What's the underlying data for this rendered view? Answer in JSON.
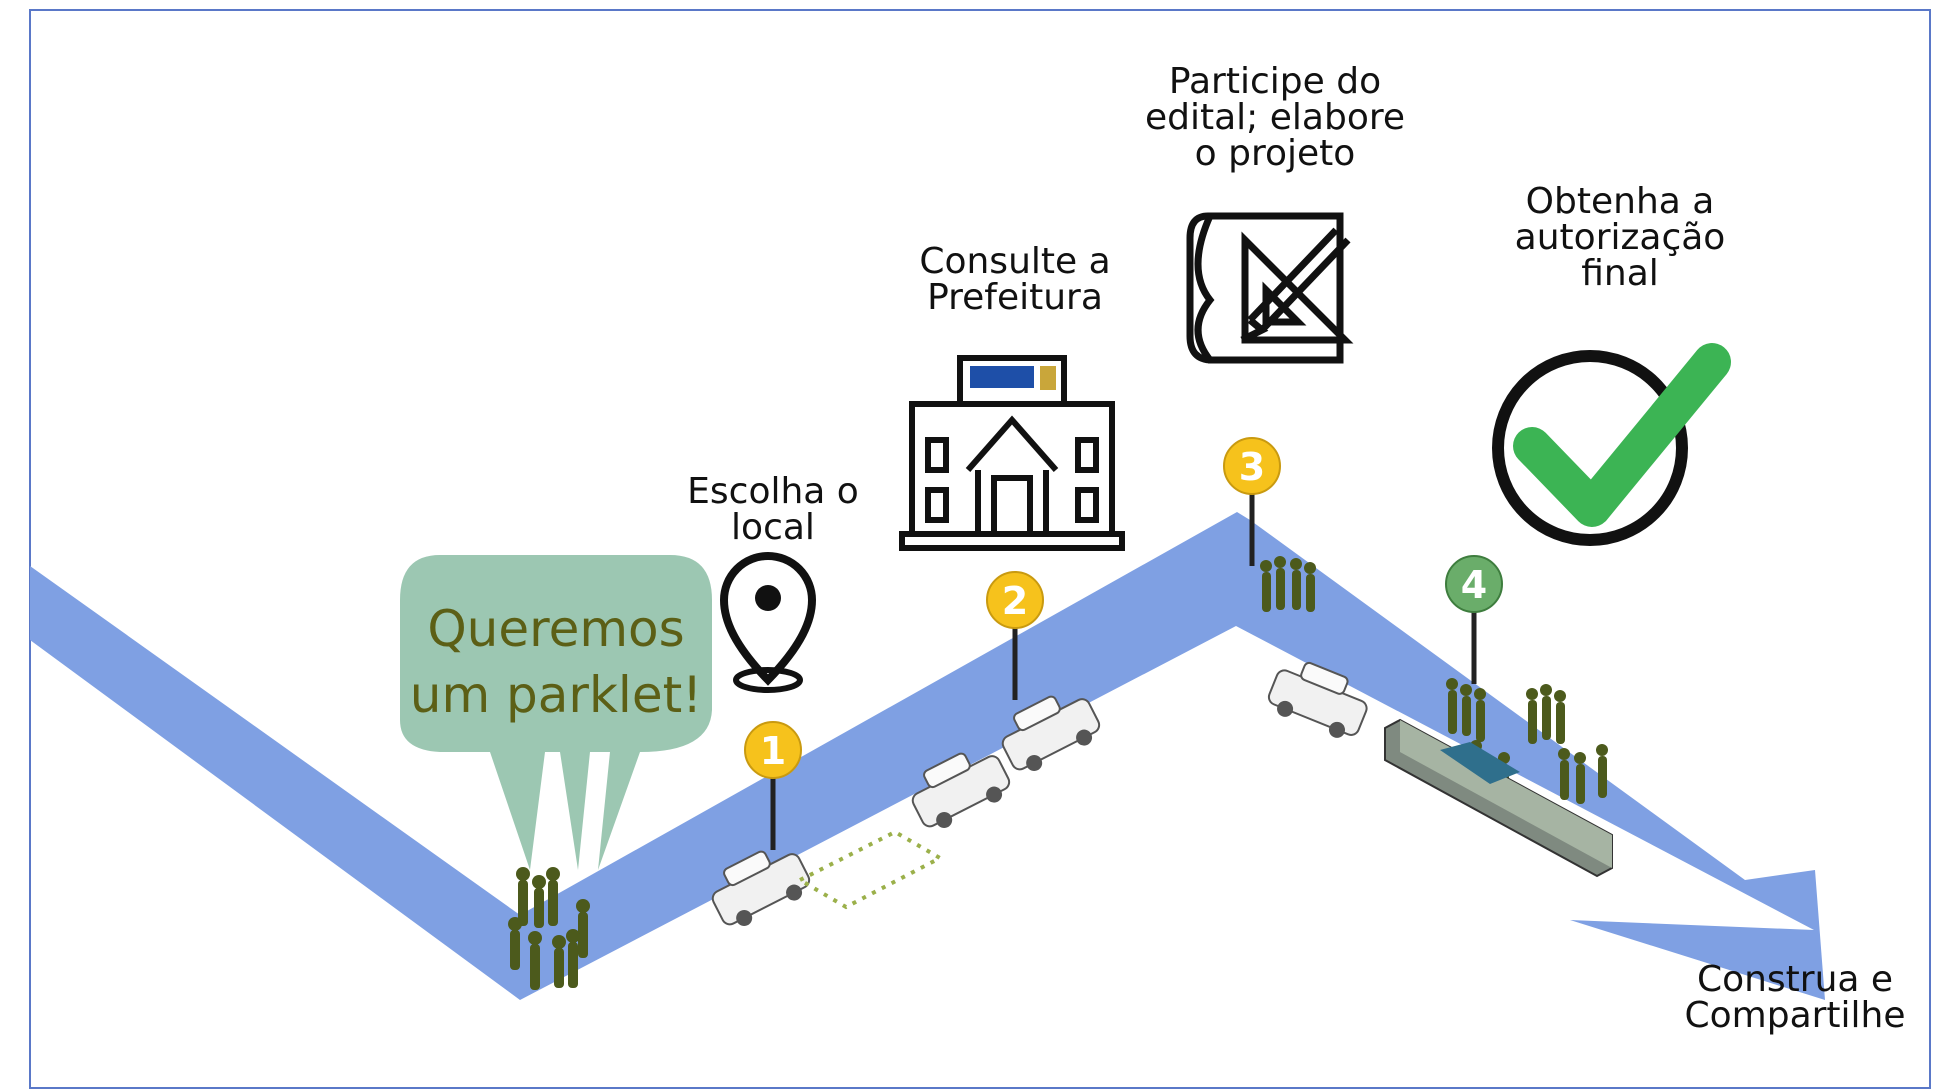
{
  "steps": [
    {
      "number": "1",
      "label_line1": "Escolha o",
      "label_line2": "local",
      "pin_color": "#f6c21c",
      "icon": "location-pin-icon"
    },
    {
      "number": "2",
      "label_line1": "Consulte a",
      "label_line2": "Prefeitura",
      "pin_color": "#f6c21c",
      "icon": "city-hall-icon"
    },
    {
      "number": "3",
      "label_line1": "Participe do",
      "label_line2": "edital; elabore",
      "label_line3": "o projeto",
      "pin_color": "#f6c21c",
      "icon": "blueprint-pencil-icon"
    },
    {
      "number": "4",
      "label_line1": "Obtenha a",
      "label_line2": "autorização",
      "label_line3": "final",
      "pin_color": "#6aad6a",
      "icon": "checkmark-icon"
    }
  ],
  "speech_bubble": {
    "line1": "Queremos",
    "line2": "um parklet!"
  },
  "final_step": {
    "line1": "Construa e",
    "line2": "Compartilhe"
  },
  "colors": {
    "path": "#7fa0e3",
    "bubble": "#9cc7b2",
    "bubble_text": "#5c5f16",
    "check": "#3cb454",
    "people": "#4c5a1c"
  }
}
